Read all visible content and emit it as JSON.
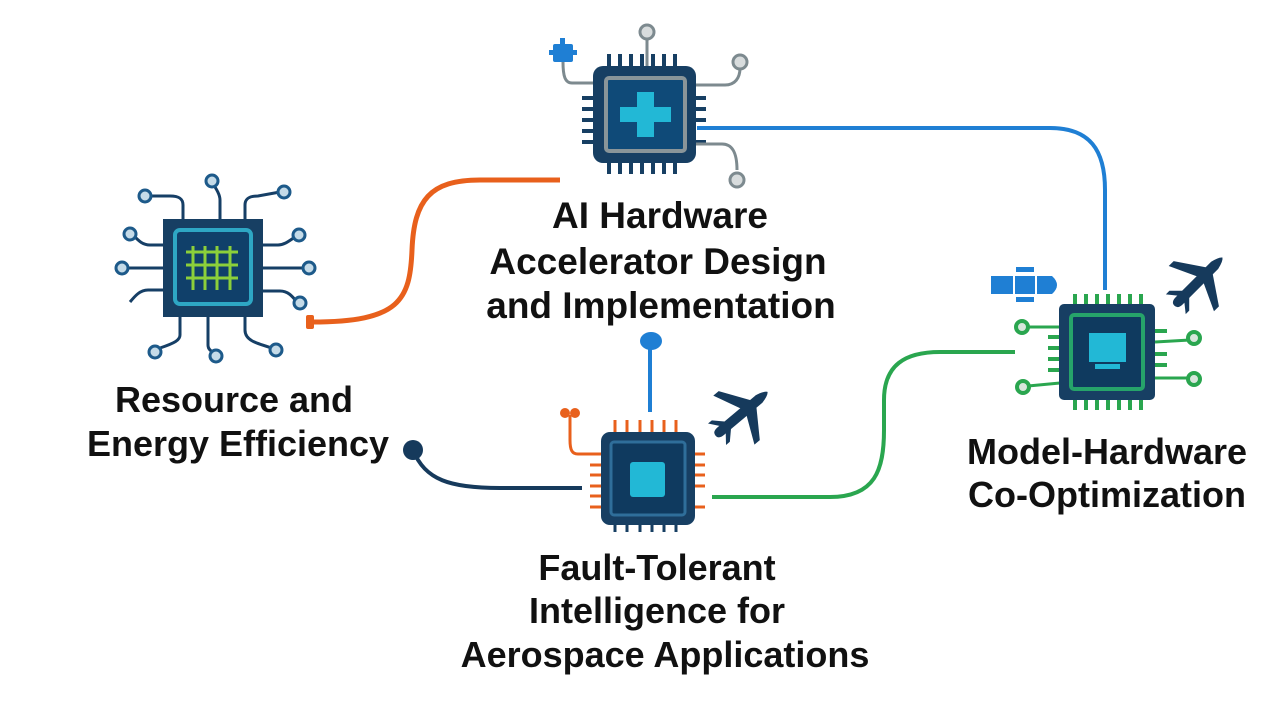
{
  "nodes": {
    "center": {
      "lines": [
        "AI Hardware",
        "Accelerator Design",
        "and Implementation"
      ],
      "chip_icon": "cross-chip-icon"
    },
    "left": {
      "lines": [
        "Resource and",
        "Energy Efficiency"
      ],
      "chip_icon": "grid-chip-icon"
    },
    "bottom": {
      "lines": [
        "Fault-Tolerant",
        "Intelligence for",
        "Aerospace Applications"
      ],
      "chip_icon": "square-chip-icon"
    },
    "right": {
      "lines": [
        "Model-Hardware",
        "Co-Optimization"
      ],
      "chip_icon": "monitor-chip-icon"
    }
  },
  "decorations": [
    "airplane-icon",
    "airplane-icon",
    "satellite-icon",
    "gear-icon"
  ],
  "colors": {
    "chip_body": "#173f63",
    "chip_inner": "#0f3a5f",
    "cyan": "#22b8d6",
    "orange": "#e8601c",
    "blue": "#1f7fd4",
    "navy": "#163a5c",
    "green": "#2aa64f",
    "gray": "#7d8a8f",
    "text": "#111111"
  }
}
